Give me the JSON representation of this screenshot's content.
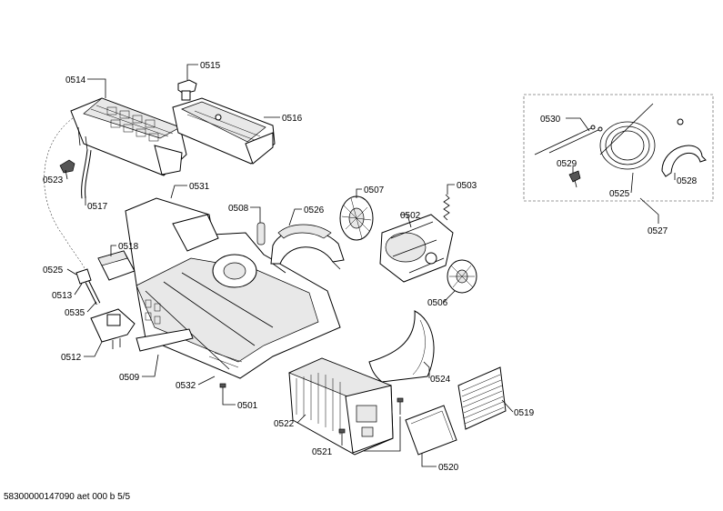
{
  "footer": "58300000147090 aet 000 b 5/5",
  "callouts": [
    {
      "id": "c0514",
      "text": "0514"
    },
    {
      "id": "c0515",
      "text": "0515"
    },
    {
      "id": "c0516",
      "text": "0516"
    },
    {
      "id": "c0523",
      "text": "0523"
    },
    {
      "id": "c0517",
      "text": "0517"
    },
    {
      "id": "c0531",
      "text": "0531"
    },
    {
      "id": "c0508",
      "text": "0508"
    },
    {
      "id": "c0526",
      "text": "0526"
    },
    {
      "id": "c0507",
      "text": "0507"
    },
    {
      "id": "c0502",
      "text": "0502"
    },
    {
      "id": "c0503",
      "text": "0503"
    },
    {
      "id": "c0518",
      "text": "0518"
    },
    {
      "id": "c0525a",
      "text": "0525"
    },
    {
      "id": "c0513",
      "text": "0513"
    },
    {
      "id": "c0535",
      "text": "0535"
    },
    {
      "id": "c0512",
      "text": "0512"
    },
    {
      "id": "c0509",
      "text": "0509"
    },
    {
      "id": "c0532",
      "text": "0532"
    },
    {
      "id": "c0501",
      "text": "0501"
    },
    {
      "id": "c0506",
      "text": "0506"
    },
    {
      "id": "c0524",
      "text": "0524"
    },
    {
      "id": "c0522",
      "text": "0522"
    },
    {
      "id": "c0519",
      "text": "0519"
    },
    {
      "id": "c0521",
      "text": "0521"
    },
    {
      "id": "c0520",
      "text": "0520"
    },
    {
      "id": "c0530",
      "text": "0530"
    },
    {
      "id": "c0529",
      "text": "0529"
    },
    {
      "id": "c0525b",
      "text": "0525"
    },
    {
      "id": "c0528",
      "text": "0528"
    },
    {
      "id": "c0527",
      "text": "0527"
    }
  ]
}
